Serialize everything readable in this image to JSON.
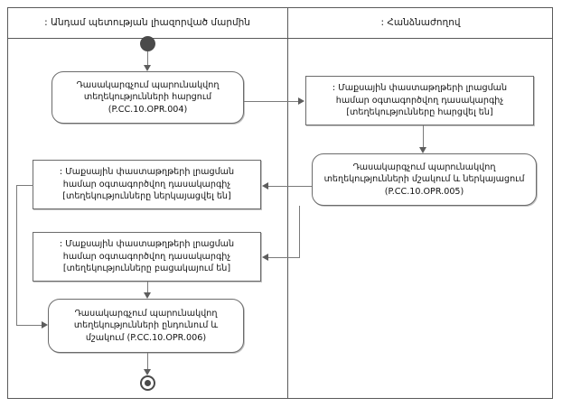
{
  "diagram": {
    "type": "uml-activity-diagram-with-swimlanes",
    "lanes": [
      {
        "id": "left",
        "title": ": Անդամ պետության լիազորված մարմին"
      },
      {
        "id": "right",
        "title": ": Հանձնաժողով"
      }
    ],
    "nodes": [
      {
        "id": "initial",
        "kind": "initial-node",
        "lane": "left",
        "label": ""
      },
      {
        "id": "a1",
        "kind": "action",
        "lane": "left",
        "line1": "Դասակարգչում պարունակվող",
        "line2": "տեղեկությունների հարցում",
        "line3": "(P.CC.10.OPR.004)"
      },
      {
        "id": "o1",
        "kind": "object-node",
        "lane": "right",
        "line1": ": Մաքսային փաստաթղթերի լրացման",
        "line2": "համար օգտագործվող դասակարգիչ",
        "line3": "[տեղեկությունները հարցվել են]"
      },
      {
        "id": "a2",
        "kind": "action",
        "lane": "right",
        "line1": "Դասակարգչում պարունակվող",
        "line2": "տեղեկությունների մշակում և ներկայացում",
        "line3": "(P.CC.10.OPR.005)"
      },
      {
        "id": "o2",
        "kind": "object-node",
        "lane": "left",
        "line1": ": Մաքսային փաստաթղթերի լրացման",
        "line2": "համար օգտագործվող դասակարգիչ",
        "line3": "[տեղեկությունները ներկայացվել են]"
      },
      {
        "id": "o3",
        "kind": "object-node",
        "lane": "left",
        "line1": ": Մաքսային փաստաթղթերի լրացման",
        "line2": "համար օգտագործվող դասակարգիչ",
        "line3": "[տեղեկությունները բացակայում են]"
      },
      {
        "id": "a3",
        "kind": "action",
        "lane": "left",
        "line1": "Դասակարգչում պարունակվող",
        "line2": "տեղեկությունների ընդունում և",
        "line3": "մշակում (P.CC.10.OPR.006)"
      },
      {
        "id": "final",
        "kind": "final-node",
        "lane": "left",
        "label": ""
      }
    ],
    "colors": {
      "border": "#5a5a5a",
      "node_border": "#6b6b6b",
      "edge": "#7a7a7a",
      "node_fill": "#ffffff",
      "control_node": "#4a4a4a",
      "text": "#111111"
    }
  }
}
